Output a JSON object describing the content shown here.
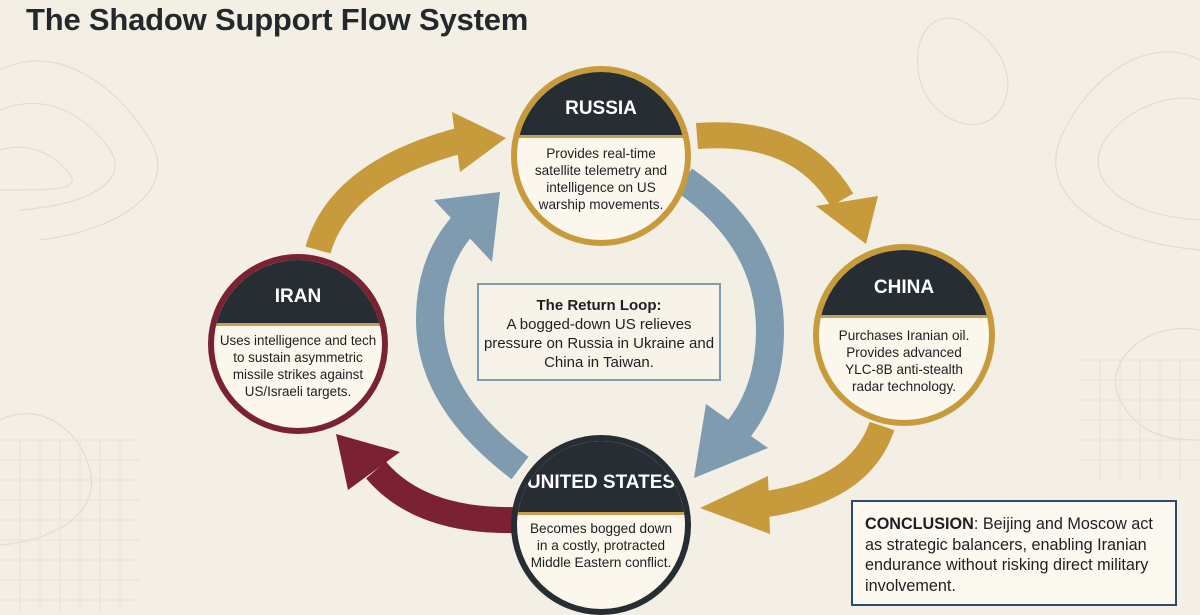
{
  "title": "The Shadow Support Flow System",
  "colors": {
    "gold": "#c79a3c",
    "crimson": "#7a2233",
    "steel_blue": "#7f9bb0",
    "navy": "#262d33",
    "background": "#f3efe4"
  },
  "nodes": {
    "russia": {
      "label": "RUSSIA",
      "text": "Provides real-time satellite telemetry and intelligence on US warship movements."
    },
    "iran": {
      "label": "IRAN",
      "text": "Uses intelligence and tech to sustain asymmetric missile strikes against US/Israeli targets."
    },
    "china": {
      "label": "CHINA",
      "text": "Purchases Iranian oil. Provides advanced YLC-8B anti-stealth radar technology."
    },
    "united_states": {
      "label": "UNITED STATES",
      "text": "Becomes bogged down in a costly, protracted Middle Eastern conflict."
    }
  },
  "return_loop": {
    "title": "The Return Loop:",
    "text": "A bogged-down US relieves pressure on Russia in Ukraine and China in Taiwan."
  },
  "conclusion": {
    "label": "CONCLUSION",
    "text": ": Beijing and Moscow act as strategic balancers, enabling Iranian endurance without risking direct military involvement."
  },
  "flows": [
    {
      "from": "IRAN",
      "to": "RUSSIA",
      "color": "gold"
    },
    {
      "from": "RUSSIA",
      "to": "CHINA",
      "color": "gold"
    },
    {
      "from": "CHINA",
      "to": "UNITED STATES",
      "color": "gold"
    },
    {
      "from": "UNITED STATES",
      "to": "IRAN",
      "color": "crimson"
    },
    {
      "from": "RUSSIA",
      "to": "UNITED STATES",
      "color": "steel_blue"
    },
    {
      "from": "UNITED STATES",
      "to": "RUSSIA",
      "color": "steel_blue"
    }
  ]
}
